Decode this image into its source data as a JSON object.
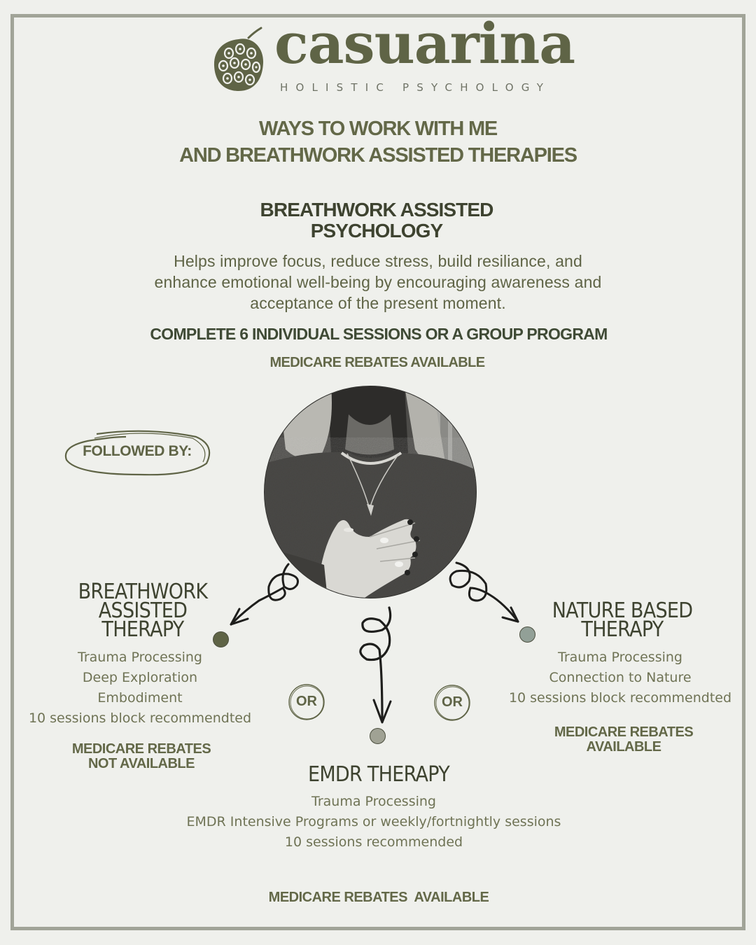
{
  "brand": {
    "name": "casuarina",
    "tagline": "HOLISTIC PSYCHOLOGY",
    "logo_icon": "casuarina-seed-pod-icon",
    "color": "#5f6446"
  },
  "header": {
    "title_line1": "WAYS TO WORK WITH ME",
    "title_line2": "AND BREATHWORK ASSISTED THERAPIES"
  },
  "intro": {
    "heading_line1": "BREATHWORK ASSISTED",
    "heading_line2": "PSYCHOLOGY",
    "description_line1": "Helps improve focus, reduce stress, build resiliance, and",
    "description_line2": "enhance emotional well-being by encouraging awareness and",
    "description_line3": "acceptance of the present moment.",
    "requirement": "COMPLETE 6 INDIVIDUAL SESSIONS OR A GROUP PROGRAM",
    "rebate": "MEDICARE REBATES AVAILABLE"
  },
  "followed_by": "FOLLOWED BY:",
  "or_label": "OR",
  "therapies": [
    {
      "title_lines": [
        "BREATHWORK",
        "ASSISTED",
        "THERAPY"
      ],
      "items": [
        "Trauma Processing",
        "Deep Exploration",
        "Embodiment",
        "10 sessions block recommendted"
      ],
      "rebate_lines": [
        "MEDICARE REBATES",
        "NOT AVAILABLE"
      ],
      "dot_color": "#5f6446"
    },
    {
      "title_lines": [
        "EMDR THERAPY"
      ],
      "items": [
        "Trauma Processing",
        "EMDR Intensive Programs or weekly/fortnightly sessions",
        "10 sessions recommended"
      ],
      "rebate_lines": [
        "MEDICARE REBATES  AVAILABLE"
      ],
      "dot_color": "#a0a294"
    },
    {
      "title_lines": [
        "NATURE BASED",
        "THERAPY"
      ],
      "items": [
        "Trauma Processing",
        "Connection to Nature",
        "10 sessions block recommendted"
      ],
      "rebate_lines": [
        "MEDICARE REBATES",
        "AVAILABLE"
      ],
      "dot_color": "#92a097"
    }
  ],
  "colors": {
    "background": "#eff0ec",
    "frame": "#a1a498",
    "olive": "#5f6446",
    "dark_olive": "#3e4330",
    "sage": "#92a097",
    "grey": "#a0a294"
  }
}
